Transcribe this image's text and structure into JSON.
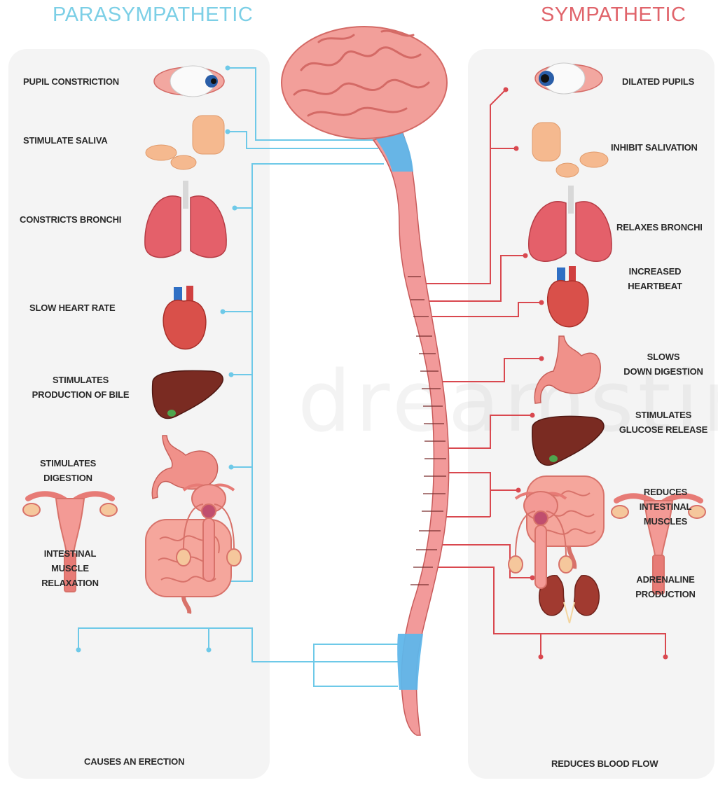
{
  "titles": {
    "parasympathetic": "PARASYMPATHETIC",
    "sympathetic": "SYMPATHETIC"
  },
  "parasympathetic_effects": [
    "PUPIL CONSTRICTION",
    "STIMULATE SALIVA",
    "CONSTRICTS BRONCHI",
    "SLOW HEART RATE",
    "STIMULATES\nPRODUCTION OF BILE",
    "STIMULATES\nDIGESTION",
    "INTESTINAL\nMUSCLE\nRELAXATION",
    "CAUSES AN ERECTION"
  ],
  "sympathetic_effects": [
    "DILATED PUPILS",
    "INHIBIT SALIVATION",
    "RELAXES BRONCHI",
    "INCREASED\nHEARTBEAT",
    "SLOWS\nDOWN DIGESTION",
    "STIMULATES\nGLUCOSE RELEASE",
    "REDUCES\nINTESTINAL\nMUSCLES",
    "ADRENALINE\nPRODUCTION",
    "REDUCES BLOOD FLOW"
  ],
  "organs": [
    "eye",
    "salivary-glands",
    "lungs",
    "heart",
    "liver",
    "stomach",
    "intestines",
    "kidneys",
    "female-reproductive-organs",
    "male-reproductive-organs",
    "brain",
    "spinal-cord"
  ],
  "watermark": "dreamstime",
  "colors": {
    "parasympathetic": "#6ec9e8",
    "sympathetic": "#d9484f",
    "panel": "#f4f4f4",
    "organ": "#e8736f",
    "liver": "#7a2b22",
    "spine": "#f29a9a",
    "spine_highlight": "#5fb6ea"
  }
}
